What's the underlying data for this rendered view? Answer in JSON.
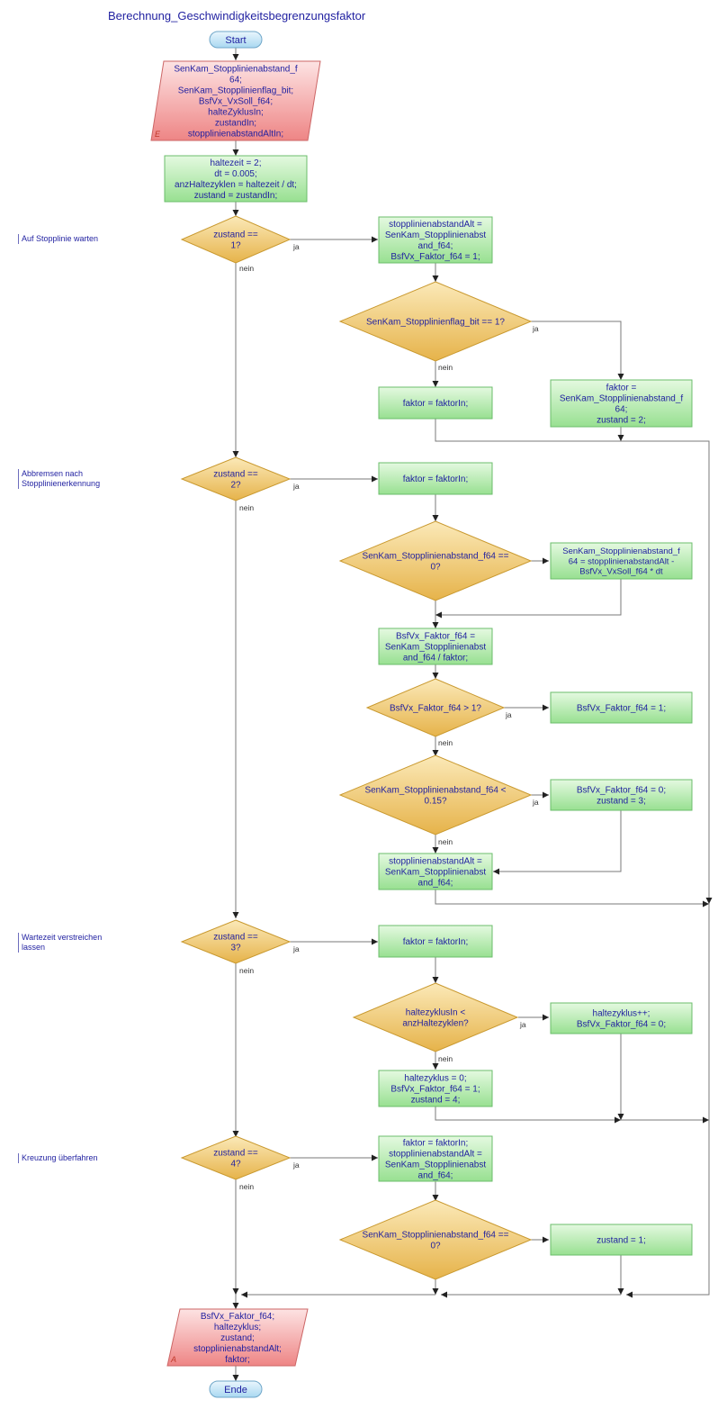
{
  "title": "Berechnung_Geschwindigkeitsbegrenzungsfaktor",
  "sections": {
    "s1": "Auf Stopplinie warten",
    "s2": [
      "Abbremsen nach",
      "Stopplinienerkennung"
    ],
    "s3": [
      "Wartezeit verstreichen",
      "lassen"
    ],
    "s4": "Kreuzung überfahren"
  },
  "labels": {
    "yes": "ja",
    "no": "nein",
    "input_marker": "E",
    "output_marker": "A"
  },
  "nodes": {
    "start": "Start",
    "input": [
      "SenKam_Stopplinienabstand_f",
      "64;",
      "SenKam_Stopplinienflag_bit;",
      "BsfVx_VxSoll_f64;",
      "halteZyklusIn;",
      "zustandIn;",
      "stopplinienabstandAltIn;"
    ],
    "init": [
      "haltezeit = 2;",
      "dt = 0.005;",
      "anzHaltezyklen = haltezeit / dt;",
      "zustand = zustandIn;"
    ],
    "d1": [
      "zustand ==",
      "1?"
    ],
    "b1": [
      "stopplinienabstandAlt =",
      "SenKam_Stopplinienabst",
      "and_f64;",
      "BsfVx_Faktor_f64 = 1;"
    ],
    "d1a": [
      "SenKam_Stopplinienflag_bit == 1?"
    ],
    "b1a": [
      "faktor = faktorIn;"
    ],
    "b1b": [
      "faktor =",
      "SenKam_Stopplinienabstand_f",
      "64;",
      "zustand = 2;"
    ],
    "d2": [
      "zustand ==",
      "2?"
    ],
    "b2": [
      "faktor = faktorIn;"
    ],
    "d2a": [
      "SenKam_Stopplinienabstand_f64 ==",
      "0?"
    ],
    "b2a": [
      "SenKam_Stopplinienabstand_f",
      "64 = stopplinienabstandAlt -",
      "BsfVx_VxSoll_f64 * dt"
    ],
    "b2b": [
      "BsfVx_Faktor_f64 =",
      "SenKam_Stopplinienabst",
      "and_f64 / faktor;"
    ],
    "d2b": [
      "BsfVx_Faktor_f64 > 1?"
    ],
    "b2c": [
      "BsfVx_Faktor_f64 = 1;"
    ],
    "d2c": [
      "SenKam_Stopplinienabstand_f64 <",
      "0.15?"
    ],
    "b2d": [
      "BsfVx_Faktor_f64 = 0;",
      "zustand = 3;"
    ],
    "b2e": [
      "stopplinienabstandAlt =",
      "SenKam_Stopplinienabst",
      "and_f64;"
    ],
    "d3": [
      "zustand ==",
      "3?"
    ],
    "b3": [
      "faktor = faktorIn;"
    ],
    "d3a": [
      "haltezyklusIn <",
      "anzHaltezyklen?"
    ],
    "b3a": [
      "haltezyklus++;",
      "BsfVx_Faktor_f64 = 0;"
    ],
    "b3b": [
      "haltezyklus = 0;",
      "BsfVx_Faktor_f64 = 1;",
      "zustand = 4;"
    ],
    "d4": [
      "zustand ==",
      "4?"
    ],
    "b4": [
      "faktor = faktorIn;",
      "stopplinienabstandAlt =",
      "SenKam_Stopplinienabst",
      "and_f64;"
    ],
    "d4a": [
      "SenKam_Stopplinienabstand_f64 ==",
      "0?"
    ],
    "b4a": [
      "zustand = 1;"
    ],
    "output": [
      "BsfVx_Faktor_f64;",
      "haltezyklus;",
      "zustand;",
      "stopplinienabstandAlt;",
      "faktor;"
    ],
    "end": "Ende"
  },
  "colors": {
    "text": "#1f1fa0",
    "edge": "#7a7a7a",
    "process_fill": "#c8f0c0",
    "process_border": "#6bbd6b",
    "decision_fill": "#f2cf78",
    "decision_border": "#c9992f",
    "io_fill": "#f4a9a9",
    "io_border": "#cc6666",
    "terminal_fill": "#bfe2f5",
    "terminal_border": "#6fa6c8"
  }
}
